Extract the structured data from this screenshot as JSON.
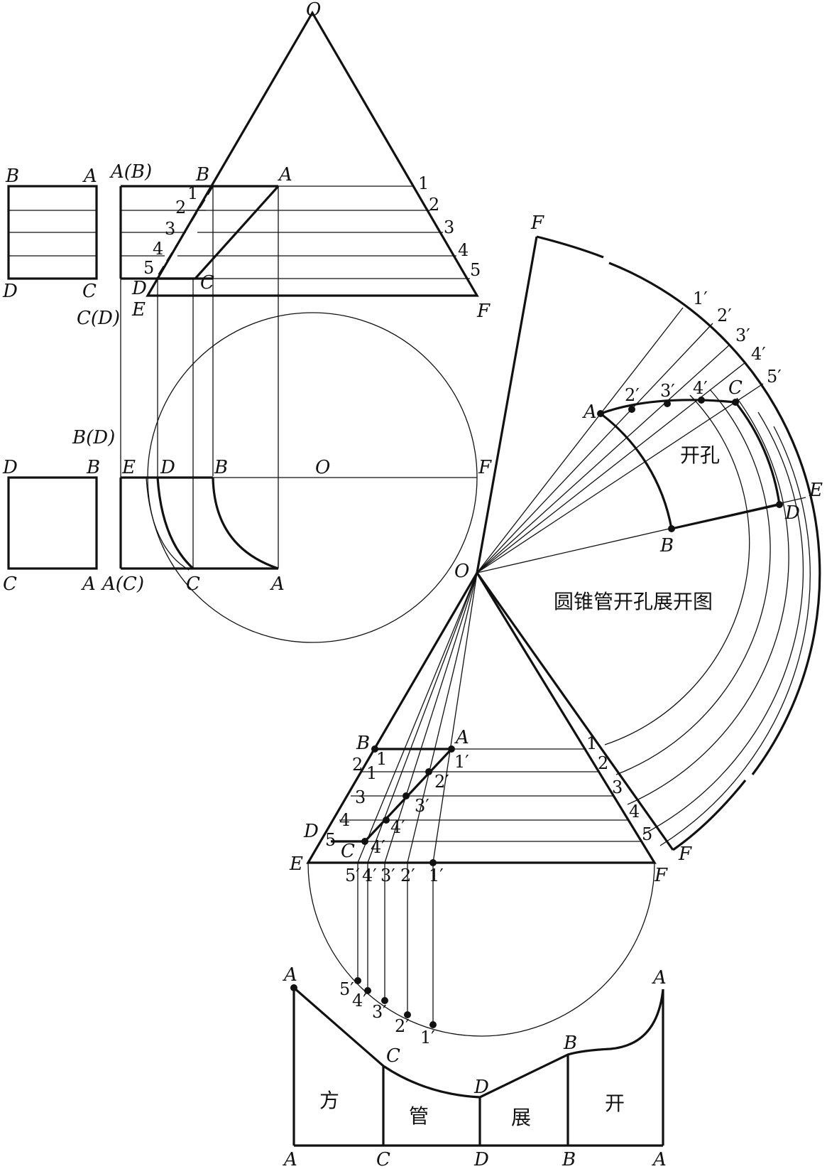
{
  "diagram": {
    "title": "圆锥管开孔展开图",
    "hole_label": "开孔",
    "bottom_strip_labels": [
      "方",
      "管",
      "展",
      "开"
    ],
    "top_labels": {
      "apex": "O",
      "left_B": "B",
      "left_A": "A",
      "left_D": "D",
      "left_C": "C",
      "mid_AB": "A(B)",
      "mid_CD": "C(D)",
      "cone_B": "B",
      "cone_A": "A",
      "cone_D": "D",
      "cone_C": "C",
      "cone_E": "E",
      "cone_F": "F",
      "n1": "1",
      "n2": "2",
      "n3": "3",
      "n4": "4",
      "n5": "5"
    },
    "plan_labels": {
      "BD": "B(D)",
      "D": "D",
      "B": "B",
      "E": "E",
      "D2": "D",
      "B2": "B",
      "O": "O",
      "F": "F",
      "C": "C",
      "A": "A",
      "AC": "A(C)",
      "C2": "C",
      "A2": "A"
    },
    "fan_labels": {
      "F_top": "F",
      "E": "E",
      "O": "O",
      "F_bottom": "F",
      "p1": "1′",
      "p2": "2′",
      "p3": "3′",
      "p4": "4′",
      "p5": "5′",
      "A": "A",
      "C": "C",
      "D": "D",
      "B": "B",
      "a2": "2′",
      "a3": "3′",
      "a4": "4′"
    },
    "lower_cone_labels": {
      "B": "B",
      "A": "A",
      "D": "D",
      "C": "C",
      "E": "E",
      "F": "F",
      "F2": "F",
      "l2": "2",
      "l1": "1",
      "l3": "3",
      "l4": "4",
      "l5": "5",
      "l1b": "1",
      "r1": "1",
      "r2": "2",
      "r3": "3",
      "r4": "4",
      "r5": "5",
      "in1": "1′",
      "in2": "2′",
      "in3": "3′",
      "in4": "4′",
      "in4b": "4′",
      "b5": "5′",
      "b4": "4′",
      "b3": "3′",
      "b2": "2′",
      "b1": "1′",
      "s5": "5′",
      "s4": "4′",
      "s3": "3′",
      "s2": "2′",
      "s1": "1′"
    },
    "strip_labels": {
      "A_top_left": "A",
      "C_mid": "C",
      "D_mid": "D",
      "B_mid": "B",
      "A_top_right": "A",
      "A_bl": "A",
      "C_b": "C",
      "D_b": "D",
      "B_b": "B",
      "A_br": "A"
    }
  }
}
